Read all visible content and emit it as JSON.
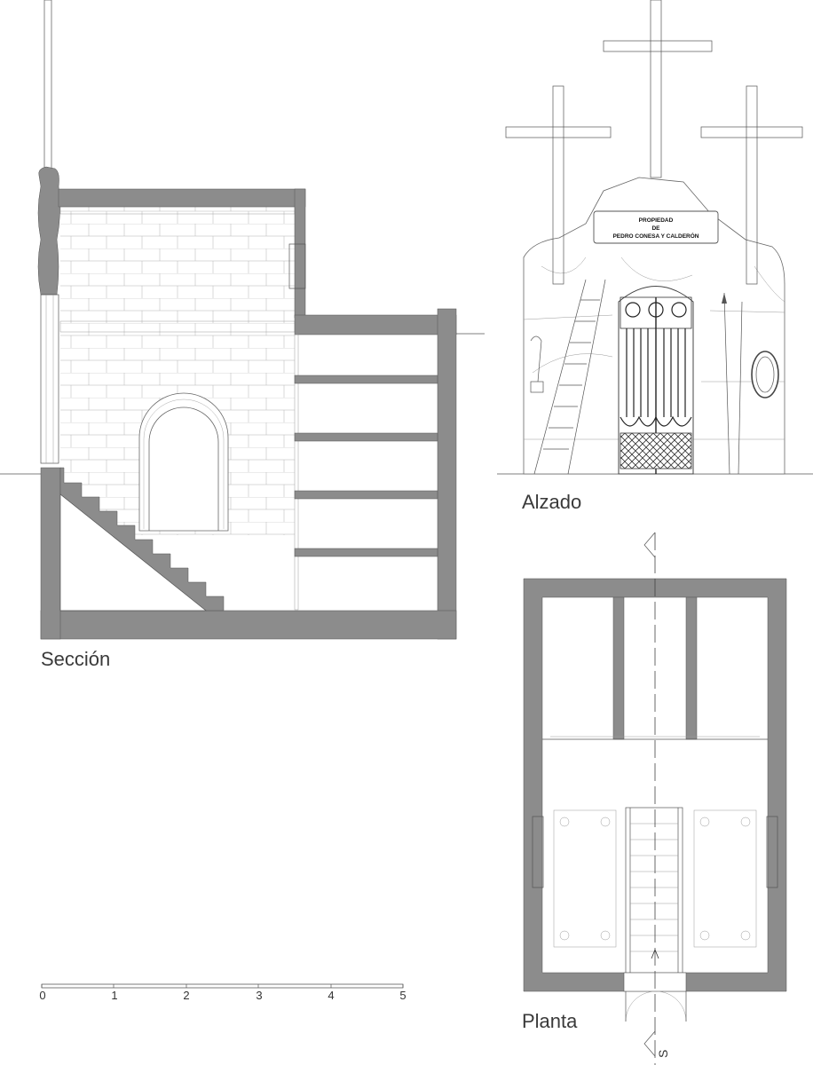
{
  "views": {
    "section_label": "Sección",
    "elevation_label": "Alzado",
    "plan_label": "Planta"
  },
  "sign": {
    "line1": "PROPIEDAD",
    "line2": "DE",
    "line3": "PEDRO CONESA Y CALDERÓN"
  },
  "scale_bar": {
    "ticks": [
      "0",
      "1",
      "2",
      "3",
      "4",
      "5"
    ]
  },
  "section_cut": {
    "letter": "S"
  }
}
